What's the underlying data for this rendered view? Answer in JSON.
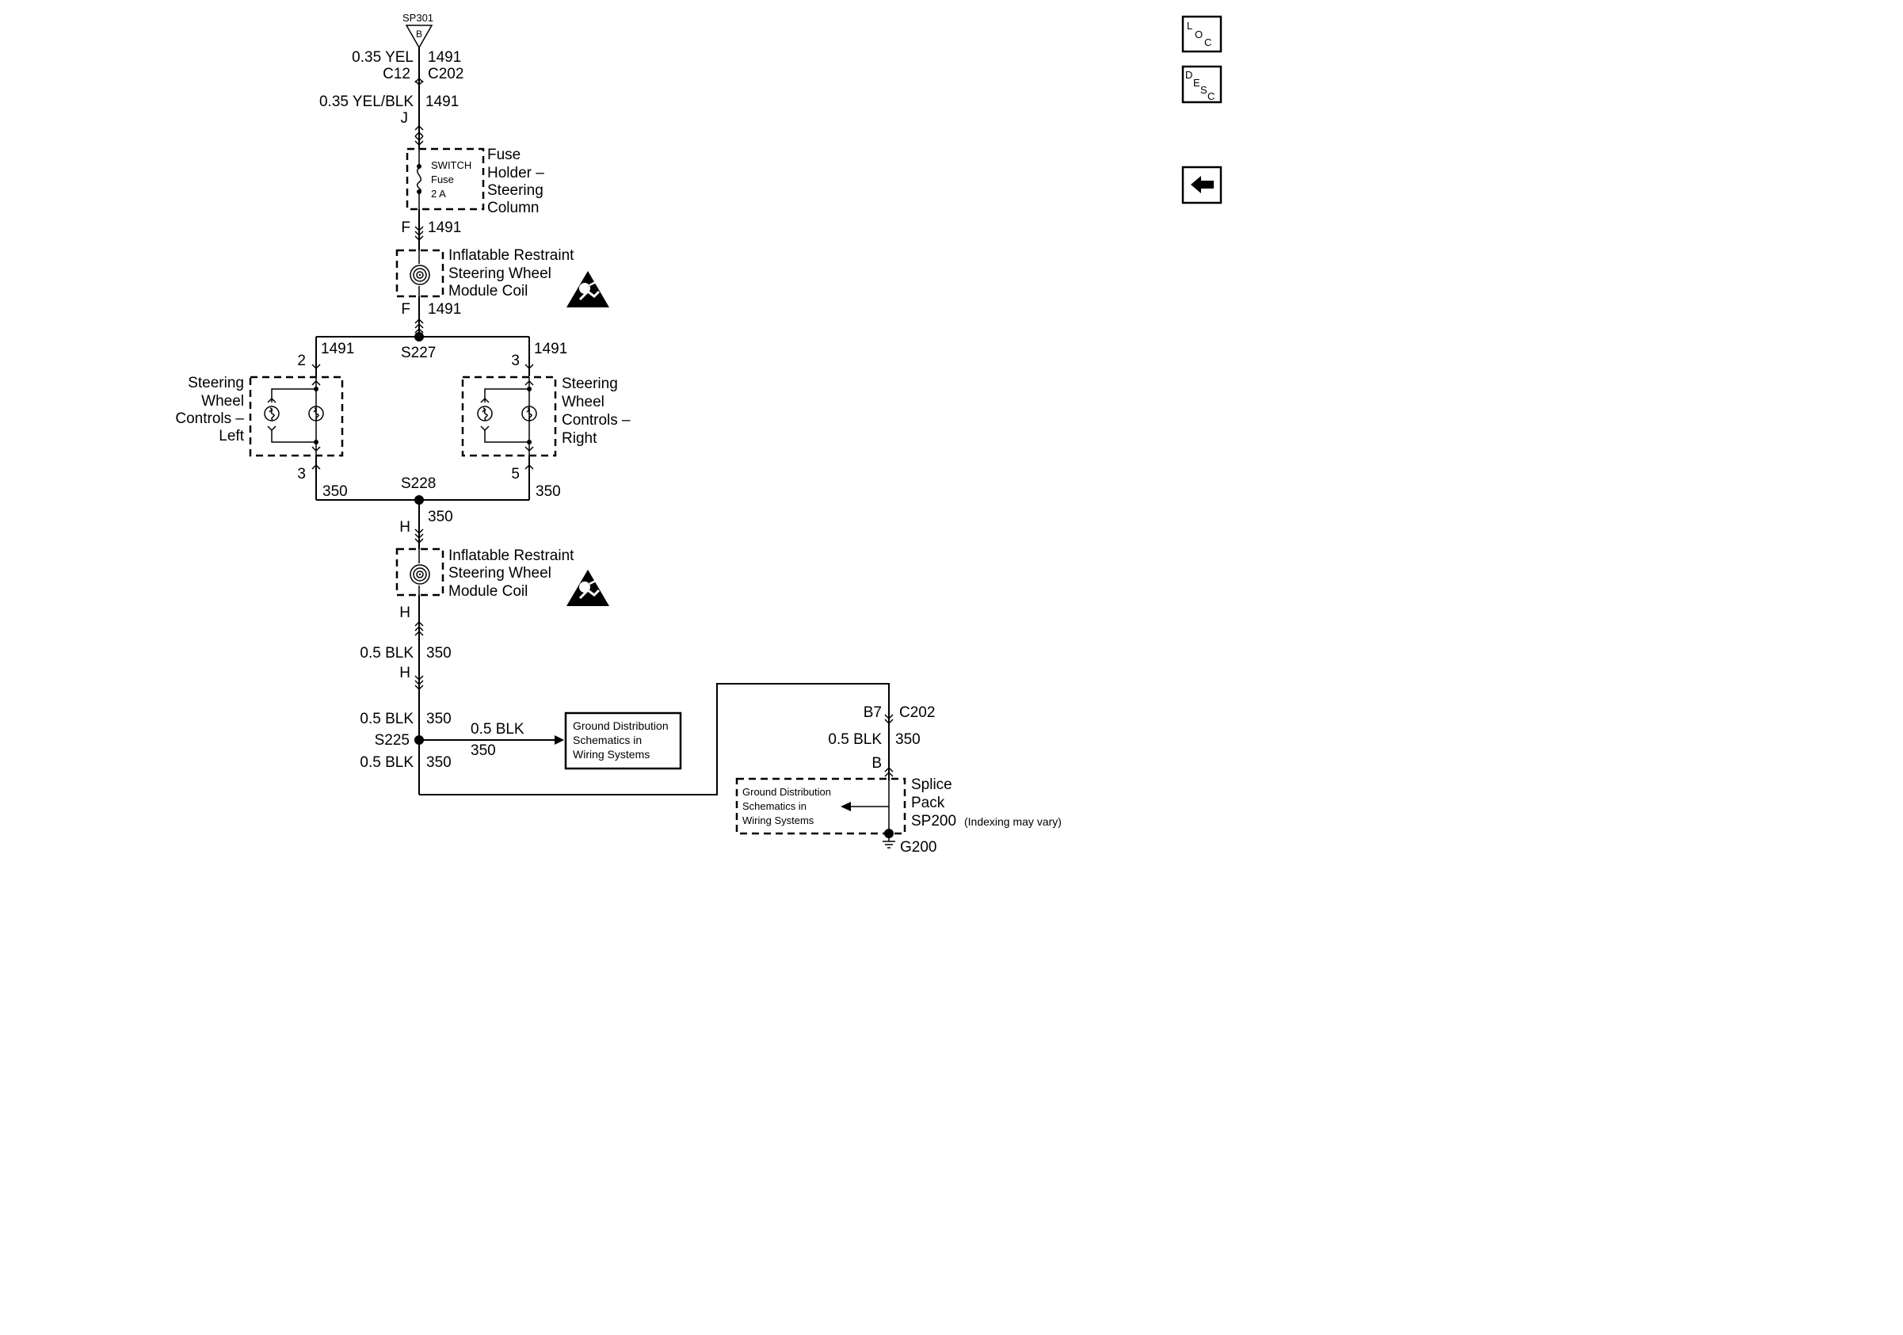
{
  "top": {
    "splice_id": "SP301",
    "splice_pin": "B",
    "wire_color_1": "0.35 YEL",
    "circuit_1": "1491",
    "conn_left": "C12",
    "conn_right": "C202",
    "wire_color_2": "0.35 YEL/BLK",
    "circuit_2": "1491",
    "pin_j": "J"
  },
  "fuse": {
    "label1": "SWITCH",
    "label2": "Fuse",
    "rating": "2 A",
    "holder_lines": [
      "Fuse",
      "Holder –",
      "Steering",
      "Column"
    ],
    "pin": "F",
    "circuit": "1491"
  },
  "coil_upper": {
    "lines": [
      "Inflatable Restraint",
      "Steering Wheel",
      "Module Coil"
    ],
    "pin": "F",
    "circuit": "1491"
  },
  "splice_s227": {
    "name": "S227",
    "left_circuit": "1491",
    "right_circuit": "1491",
    "left_pin": "2",
    "right_pin": "3"
  },
  "controls_left": {
    "lines": [
      "Steering",
      "Wheel",
      "Controls –",
      "Left"
    ],
    "out_pin": "3",
    "out_circuit": "350"
  },
  "controls_right": {
    "lines": [
      "Steering",
      "Wheel",
      "Controls –",
      "Right"
    ],
    "out_pin": "5",
    "out_circuit": "350"
  },
  "splice_s228": {
    "name": "S228",
    "circuit": "350",
    "pin": "H"
  },
  "coil_lower": {
    "lines": [
      "Inflatable Restraint",
      "Steering Wheel",
      "Module Coil"
    ],
    "pin": "H"
  },
  "lower": {
    "wire_color_a": "0.5 BLK",
    "circuit_a": "350",
    "pin_h": "H",
    "wire_color_b": "0.5 BLK",
    "circuit_b": "350",
    "splice": "S225",
    "wire_color_c": "0.5 BLK",
    "circuit_c": "350",
    "branch_color": "0.5 BLK",
    "branch_circuit": "350"
  },
  "ground_ref_1": [
    "Ground Distribution",
    "Schematics in",
    "Wiring Systems"
  ],
  "right_side": {
    "pin_b7": "B7",
    "connector": "C202",
    "wire_color": "0.5 BLK",
    "circuit": "350",
    "pin_b": "B",
    "splice_pack_lines": [
      "Splice",
      "Pack"
    ],
    "splice_pack_id": "SP200",
    "indexing_note": "(Indexing may vary)",
    "ground": "G200"
  },
  "ground_ref_2": [
    "Ground Distribution",
    "Schematics in",
    "Wiring Systems"
  ],
  "nav": {
    "loc": {
      "l": "L",
      "o": "O",
      "c": "C"
    },
    "desc": {
      "d": "D",
      "e": "E",
      "s": "S",
      "c": "C"
    }
  },
  "icons": {
    "airbag_warning": "airbag-warning-icon",
    "clockspring": "clockspring-icon",
    "back": "back-arrow-icon"
  }
}
